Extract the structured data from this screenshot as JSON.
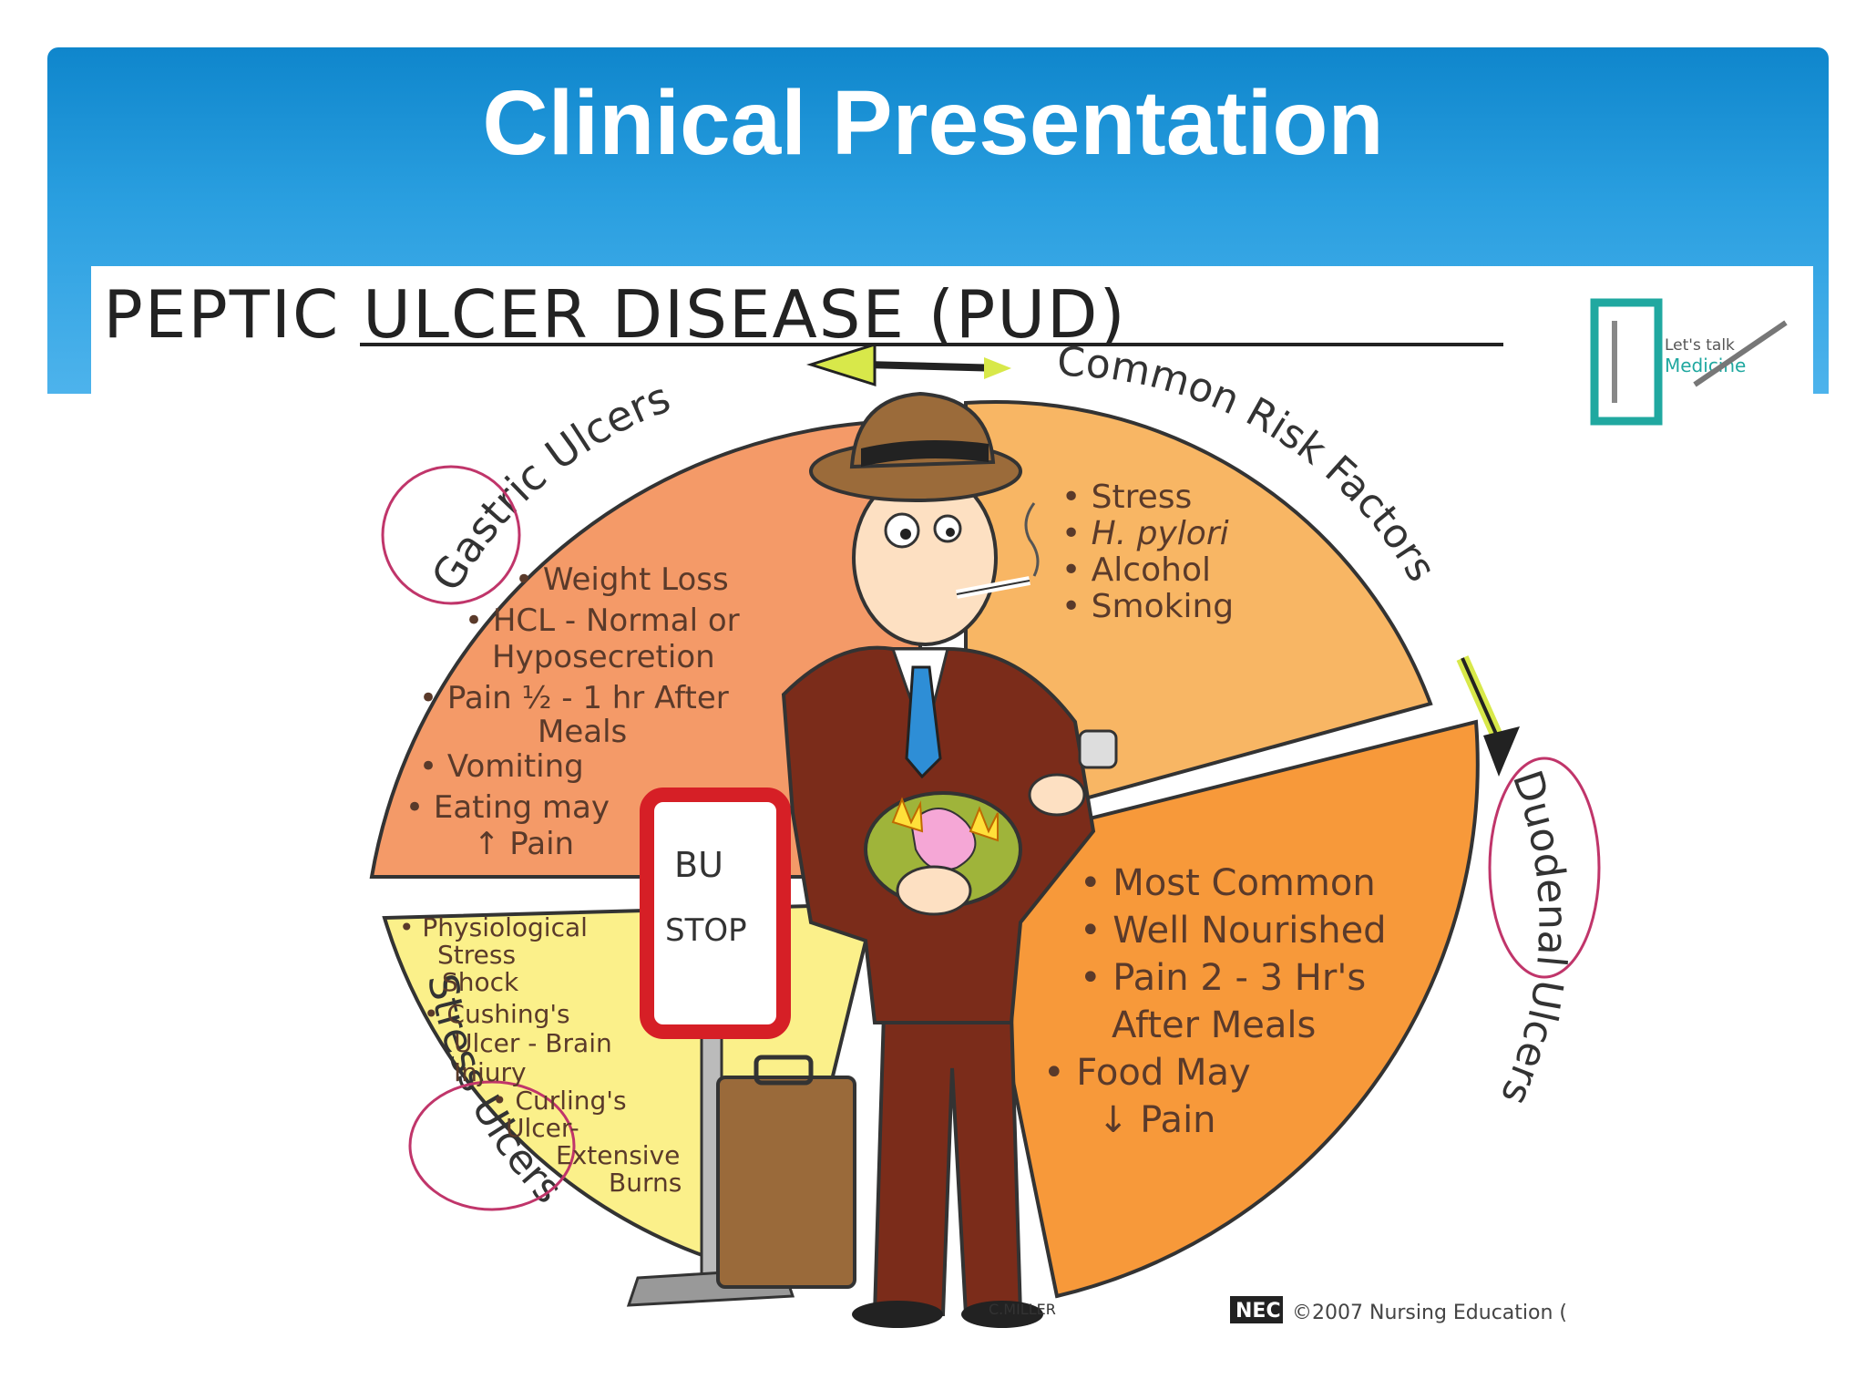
{
  "slide": {
    "title": "Clinical Presentation"
  },
  "diagram": {
    "heading": "PEPTIC ULCER DISEASE (PUD)",
    "logo_text": [
      "Let's talk",
      "Medicine"
    ],
    "sections": {
      "gastric": {
        "title": "Gastric Ulcers",
        "items": [
          "• Weight Loss",
          "• HCL - Normal or",
          "Hyposecretion",
          "• Pain ½ - 1 hr After",
          "Meals",
          "• Vomiting",
          "• Eating may",
          "↑ Pain"
        ]
      },
      "risk": {
        "title": "Common Risk Factors",
        "items": [
          "• Stress",
          "• H. pylori",
          "• Alcohol",
          "• Smoking"
        ]
      },
      "duodenal": {
        "title": "Duodenal Ulcers",
        "items": [
          "• Most Common",
          "• Well Nourished",
          "• Pain 2 - 3 Hr's",
          "After Meals",
          "• Food May",
          "↓ Pain"
        ]
      },
      "stress": {
        "title": "Stress Ulcers",
        "items": [
          "• Physiological",
          "Stress",
          "Shock",
          "• Cushing's",
          "Ulcer - Brain",
          "Injury",
          "• Curling's",
          "Ulcer-",
          "Extensive",
          "Burns"
        ]
      }
    },
    "sign_text": [
      "BU",
      "STOP"
    ],
    "artist": "C.MILLER",
    "copyright_mark": "NEC",
    "copyright": "©2007 Nursing Education (",
    "colors": {
      "header_top": "#0f86cc",
      "header_bottom": "#4db3ec",
      "gastric": "#f49a68",
      "risk": "#f8b664",
      "duodenal": "#f7993a",
      "stress": "#fbf08a"
    }
  }
}
